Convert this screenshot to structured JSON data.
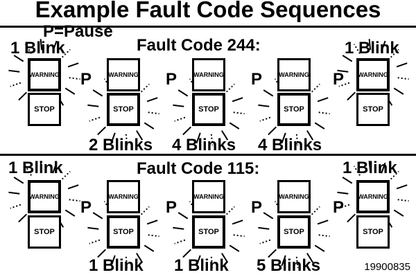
{
  "title": "Example Fault Code Sequences",
  "legend": "P=Pause",
  "lamp_labels": {
    "warning": "WARNING",
    "stop": "STOP"
  },
  "pause_label": "P",
  "figure_code": "19900835",
  "sequences": [
    {
      "title": "Fault Code 244:",
      "steps": [
        {
          "label": "1 Blink",
          "lit": "warning"
        },
        {
          "label": "2 Blinks",
          "lit": "stop"
        },
        {
          "label": "4 Blinks",
          "lit": "stop"
        },
        {
          "label": "4 Blinks",
          "lit": "stop"
        },
        {
          "label": "1 Blink",
          "lit": "warning"
        }
      ]
    },
    {
      "title": "Fault Code 115:",
      "steps": [
        {
          "label": "1 Blink",
          "lit": "warning"
        },
        {
          "label": "1 Blink",
          "lit": "stop"
        },
        {
          "label": "1 Blink",
          "lit": "stop"
        },
        {
          "label": "5 Blinks",
          "lit": "stop"
        },
        {
          "label": "1 Blink",
          "lit": "warning"
        }
      ]
    }
  ]
}
